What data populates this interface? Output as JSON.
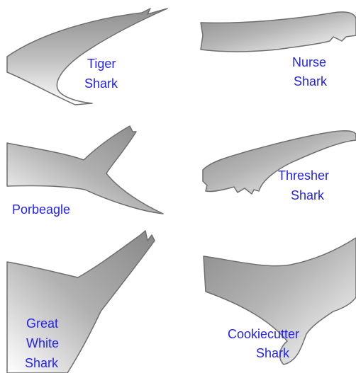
{
  "tails": [
    {
      "id": "tiger",
      "lines": [
        "Tiger",
        "Shark"
      ]
    },
    {
      "id": "nurse",
      "lines": [
        "Nurse",
        "Shark"
      ]
    },
    {
      "id": "porbeagle",
      "lines": [
        "Porbeagle"
      ]
    },
    {
      "id": "thresher",
      "lines": [
        "Thresher",
        "Shark"
      ]
    },
    {
      "id": "great-white",
      "lines": [
        "Great",
        "White",
        "Shark"
      ]
    },
    {
      "id": "cookiecutter",
      "lines": [
        "Cookiecutter",
        "Shark"
      ]
    }
  ],
  "colors": {
    "label": "#2323e6",
    "fin_light": "#ffffff",
    "fin_dark": "#8c8c8c",
    "outline": "#6f6f6f",
    "background": "#ffffff"
  }
}
